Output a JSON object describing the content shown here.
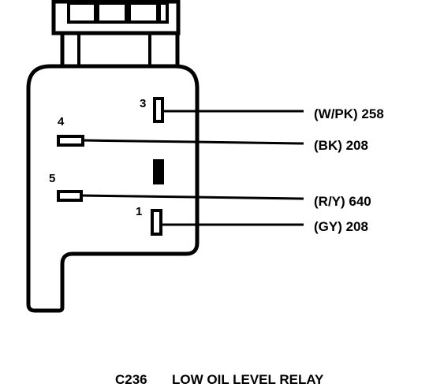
{
  "diagram": {
    "connector_id": "C236",
    "title": "LOW OIL LEVEL RELAY",
    "pins": [
      {
        "number": "3",
        "wire": "(W/PK) 258"
      },
      {
        "number": "4",
        "wire": "(BK) 208"
      },
      {
        "number": "5",
        "wire": "(R/Y) 640"
      },
      {
        "number": "1",
        "wire": "(GY) 208"
      }
    ]
  },
  "colors": {
    "ink": "#000000",
    "background": "#ffffff"
  }
}
